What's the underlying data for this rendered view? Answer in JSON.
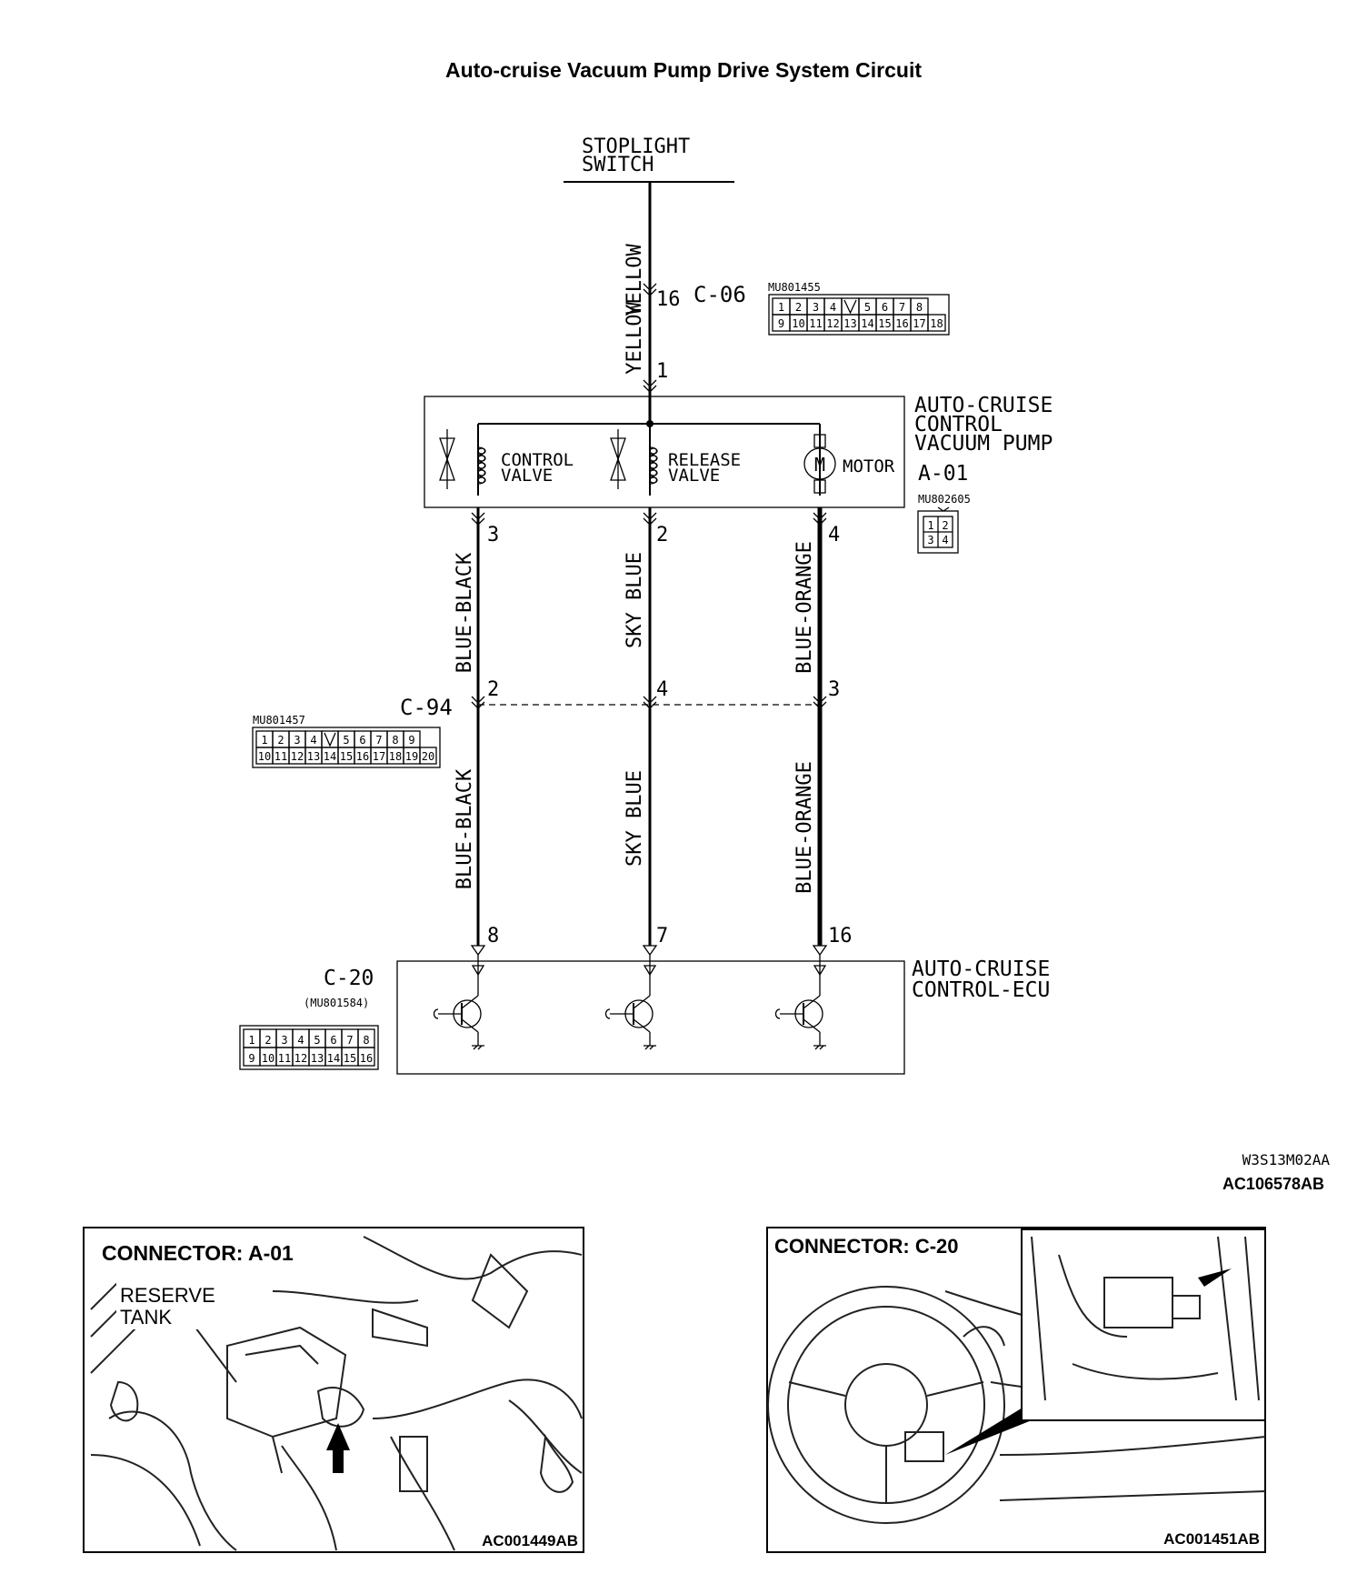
{
  "title": "Auto-cruise Vacuum Pump Drive System Circuit",
  "components": {
    "stoplight_switch": [
      "STOPLIGHT",
      "SWITCH"
    ],
    "vacuum_pump": [
      "AUTO-CRUISE",
      "CONTROL",
      "VACUUM PUMP"
    ],
    "vacuum_pump_id": "A-01",
    "vacuum_pump_part": "MU802605",
    "ecu": [
      "AUTO-CRUISE",
      "CONTROL-ECU"
    ],
    "control_valve": [
      "CONTROL",
      "VALVE"
    ],
    "release_valve": [
      "RELEASE",
      "VALVE"
    ],
    "motor_symbol": "M",
    "motor": "MOTOR"
  },
  "connectors": {
    "c06": {
      "id": "C-06",
      "part": "MU801455",
      "row1": [
        "1",
        "2",
        "3",
        "4",
        "",
        "5",
        "6",
        "7",
        "8"
      ],
      "row2": [
        "9",
        "10",
        "11",
        "12",
        "13",
        "14",
        "15",
        "16",
        "17",
        "18"
      ]
    },
    "c94": {
      "id": "C-94",
      "part": "MU801457",
      "row1": [
        "1",
        "2",
        "3",
        "4",
        "",
        "5",
        "6",
        "7",
        "8",
        "9"
      ],
      "row2": [
        "10",
        "11",
        "12",
        "13",
        "14",
        "15",
        "16",
        "17",
        "18",
        "19",
        "20"
      ]
    },
    "c20": {
      "id": "C-20",
      "part": "(MU801584)",
      "row1": [
        "1",
        "2",
        "3",
        "4",
        "5",
        "6",
        "7",
        "8"
      ],
      "row2": [
        "9",
        "10",
        "11",
        "12",
        "13",
        "14",
        "15",
        "16"
      ]
    },
    "a01_pins": [
      "1",
      "2",
      "3",
      "4"
    ]
  },
  "wires": {
    "yellow_upper": "YELLOW",
    "yellow_lower": "YELLOW",
    "blue_black": "BLUE-BLACK",
    "sky_blue": "SKY BLUE",
    "blue_orange": "BLUE-ORANGE"
  },
  "pins": {
    "c06_pin": "16",
    "a01_pin1": "1",
    "a01_cv": "3",
    "a01_rv": "2",
    "a01_motor": "4",
    "c94_bb": "2",
    "c94_sb": "4",
    "c94_bo": "3",
    "ecu_bb": "8",
    "ecu_sb": "7",
    "ecu_bo": "16"
  },
  "codes": {
    "drawing": "W3S13M02AA",
    "figure": "AC106578AB"
  },
  "photos": {
    "a01": {
      "title": "CONNECTOR: A-01",
      "label_line1": "RESERVE",
      "label_line2": "TANK",
      "code": "AC001449AB"
    },
    "c20": {
      "title": "CONNECTOR: C-20",
      "code": "AC001451AB"
    }
  }
}
